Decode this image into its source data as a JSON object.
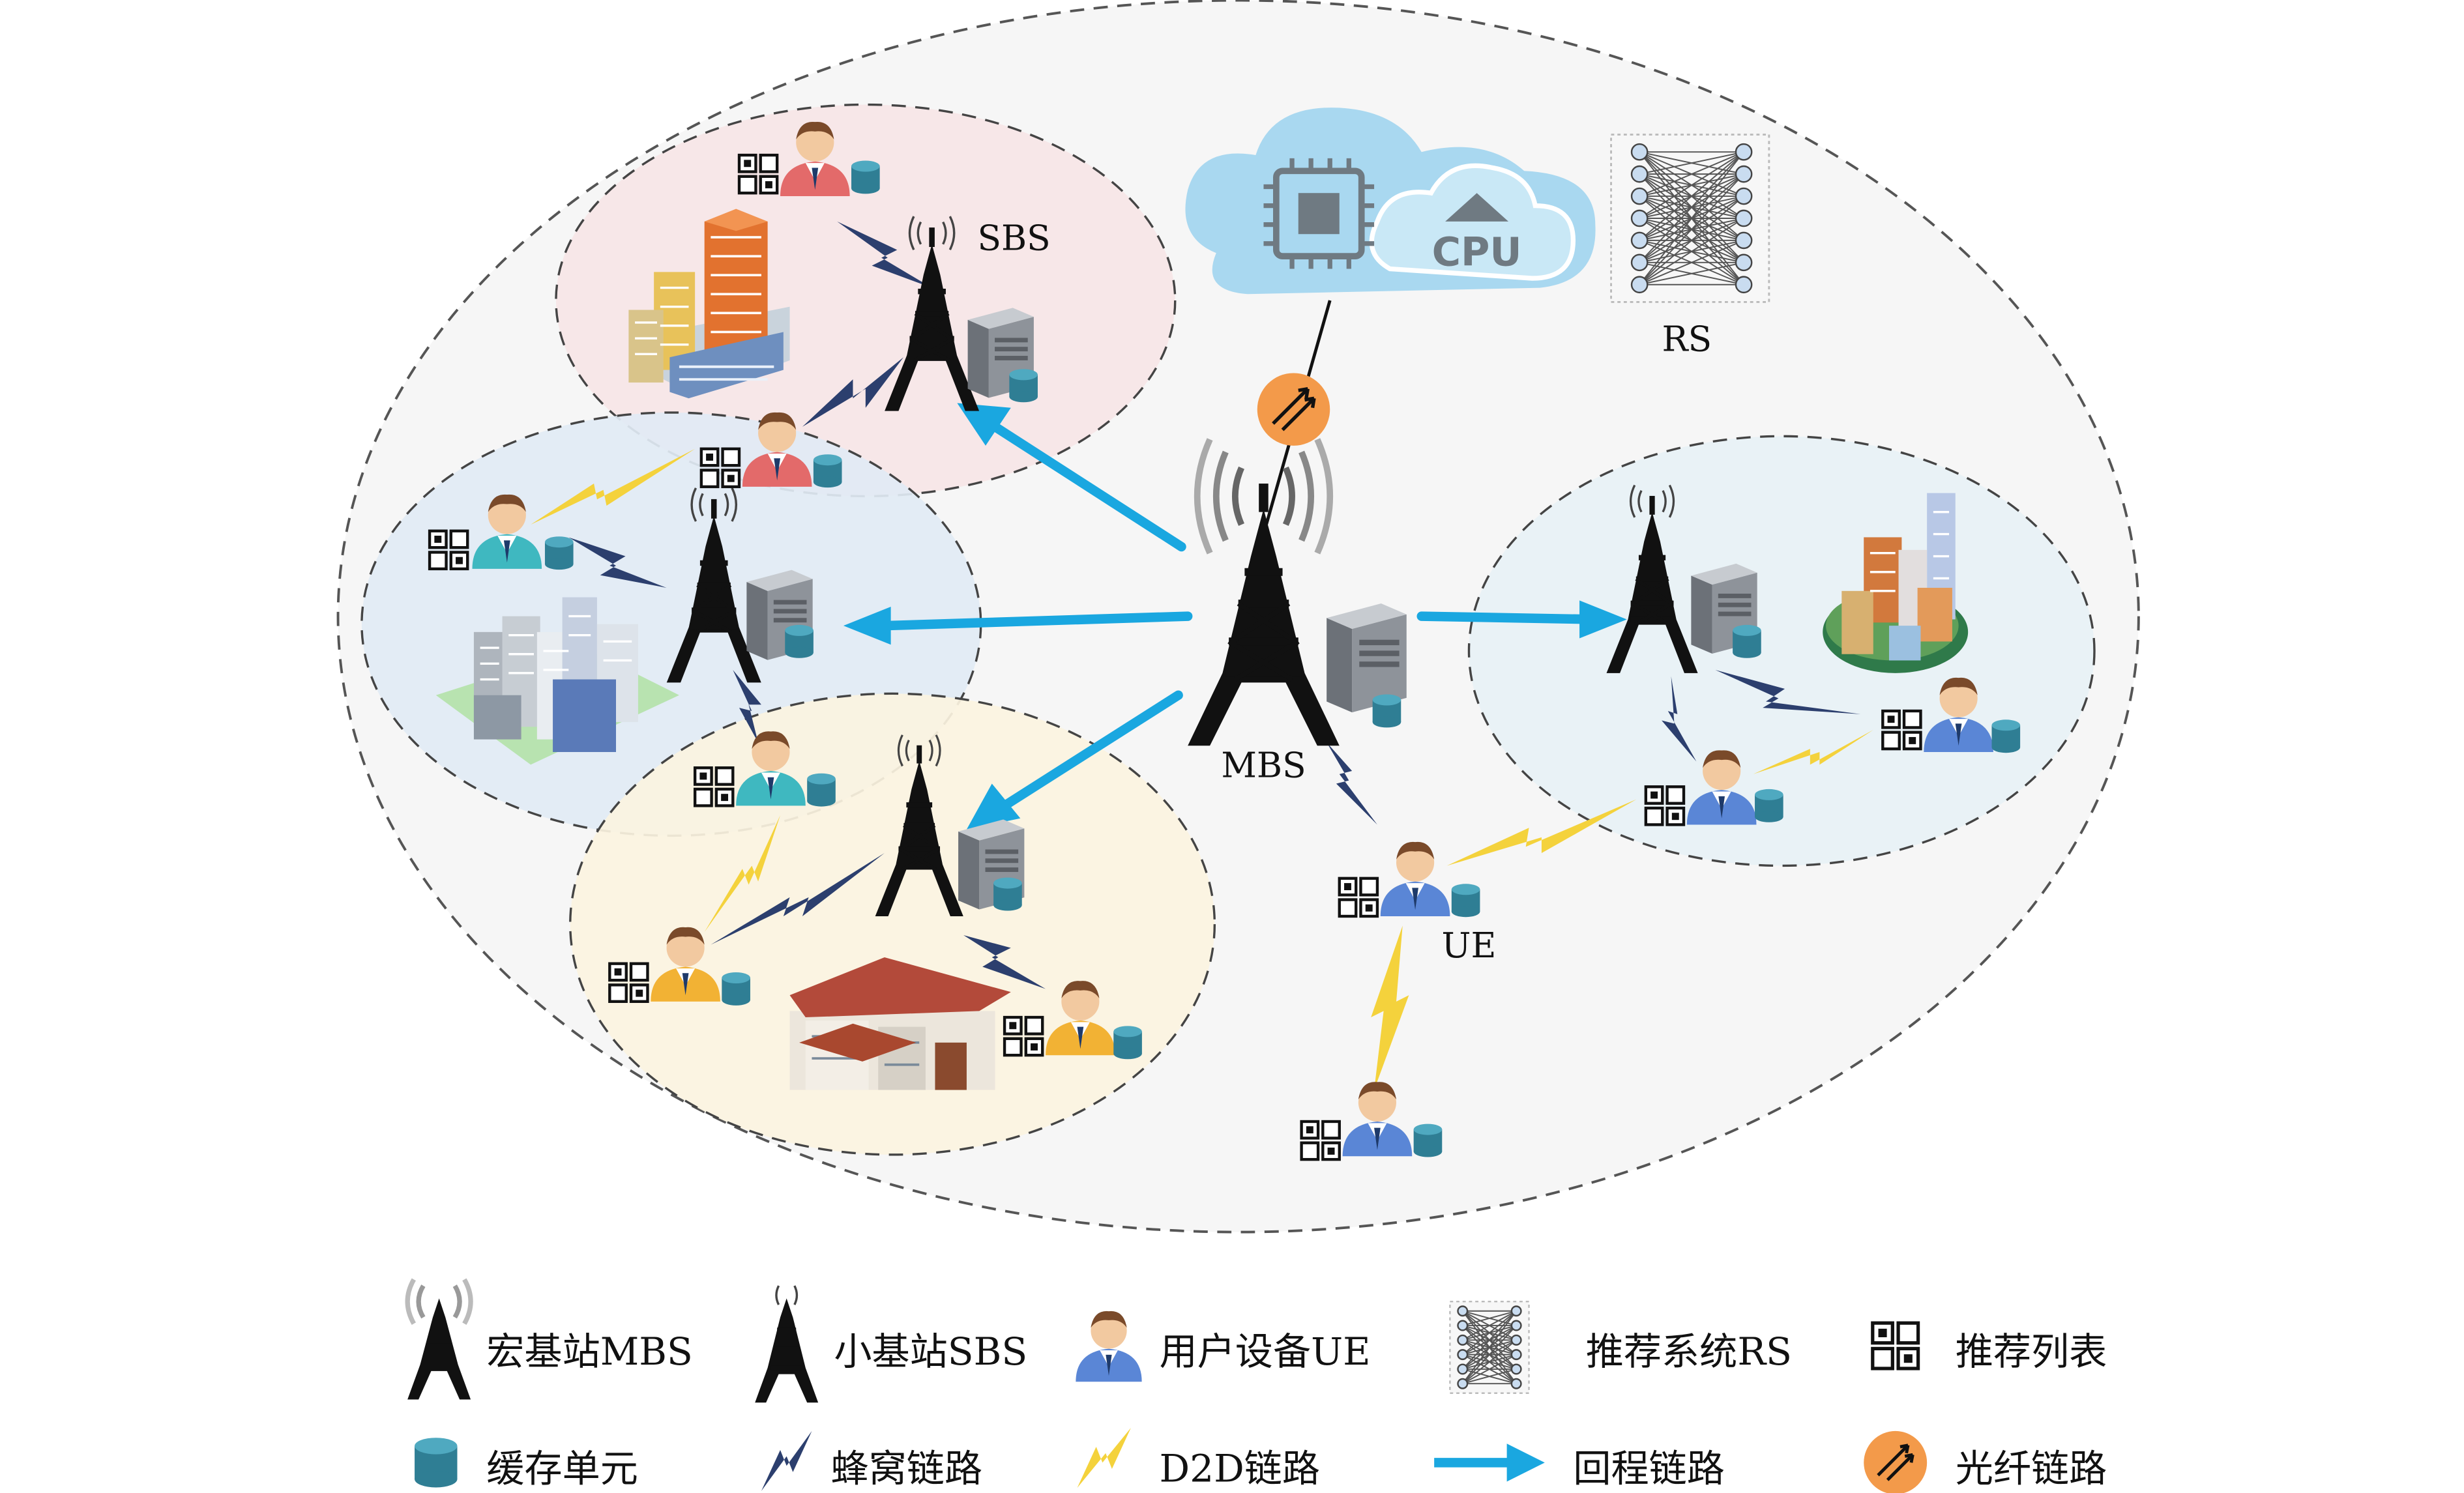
{
  "labels": {
    "mbs": "MBS",
    "sbs": "SBS",
    "ue": "UE",
    "rs": "RS",
    "cpu": "CPU"
  },
  "legend": {
    "row1": [
      {
        "icon": "macro-base-station-icon",
        "text": "宏基站MBS"
      },
      {
        "icon": "small-base-station-icon",
        "text": "小基站SBS"
      },
      {
        "icon": "user-equipment-icon",
        "text": "用户设备UE"
      },
      {
        "icon": "recommender-system-icon",
        "text": "推荐系统RS"
      },
      {
        "icon": "recommendation-list-icon",
        "text": "推荐列表"
      }
    ],
    "row2": [
      {
        "icon": "cache-unit-icon",
        "text": "缓存单元"
      },
      {
        "icon": "cellular-link-icon",
        "text": "蜂窝链路"
      },
      {
        "icon": "d2d-link-icon",
        "text": "D2D链路"
      },
      {
        "icon": "backhaul-link-icon",
        "text": "回程链路"
      },
      {
        "icon": "fiber-link-icon",
        "text": "光纤链路"
      }
    ]
  },
  "colors": {
    "backhaul": "#1aa7e0",
    "d2d": "#f4d23c",
    "cellular": "#2c3f6e",
    "fiber": "#f39a4a",
    "cloud": "#a9d8f0",
    "cell_pink": "#f8e8e8",
    "cell_blue": "#e2ebf5",
    "cell_yellow": "#fbf4e2",
    "cell_right": "#eaf3f7",
    "macro_area": "#f5f5f5",
    "cache": "#2f7e94"
  }
}
